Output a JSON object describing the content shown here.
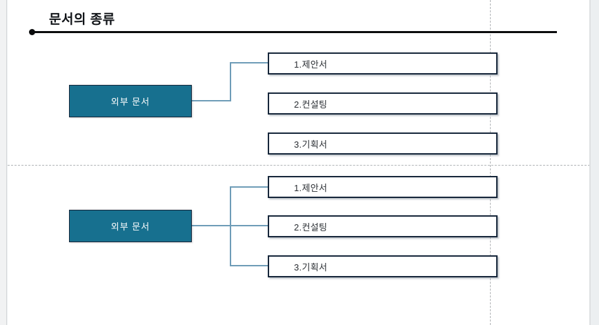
{
  "document": {
    "title": "문서의 종류"
  },
  "colors": {
    "primary_node_fill": "#17708f",
    "node_border": "#16263a",
    "connector": "#6e9cb7",
    "title_text": "#111418",
    "page_background": "#ffffff",
    "canvas_background": "#eceff1",
    "guide": "#b0b3b6"
  },
  "groups": [
    {
      "id": "group-top",
      "source": {
        "label": "외부 문서"
      },
      "leaves": [
        {
          "label": "1.제안서",
          "connected": true
        },
        {
          "label": "2.컨설팅",
          "connected": false
        },
        {
          "label": "3.기획서",
          "connected": false
        }
      ]
    },
    {
      "id": "group-bottom",
      "source": {
        "label": "외부 문서"
      },
      "leaves": [
        {
          "label": "1.제안서",
          "connected": true
        },
        {
          "label": "2.컨설팅",
          "connected": true
        },
        {
          "label": "3.기획서",
          "connected": true
        }
      ]
    }
  ]
}
